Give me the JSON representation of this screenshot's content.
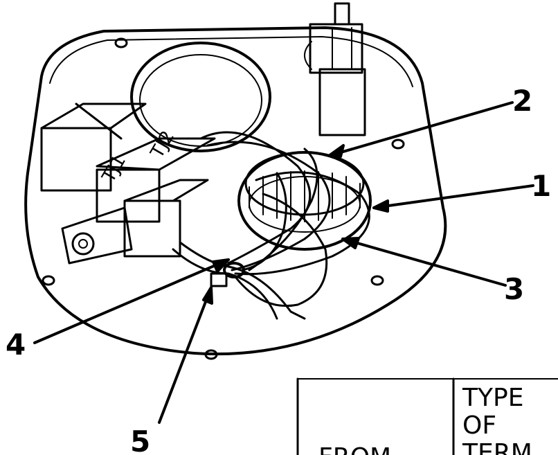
{
  "callouts": [
    "1",
    "2",
    "3",
    "4",
    "5"
  ],
  "terminal_labels": [
    "TJ1",
    "TJ2"
  ],
  "table": {
    "col1_header": "FROM",
    "col2_header_lines": [
      "TYPE",
      "OF",
      "TERM"
    ]
  },
  "colors": {
    "ink": "#000000",
    "paper": "#ffffff"
  }
}
